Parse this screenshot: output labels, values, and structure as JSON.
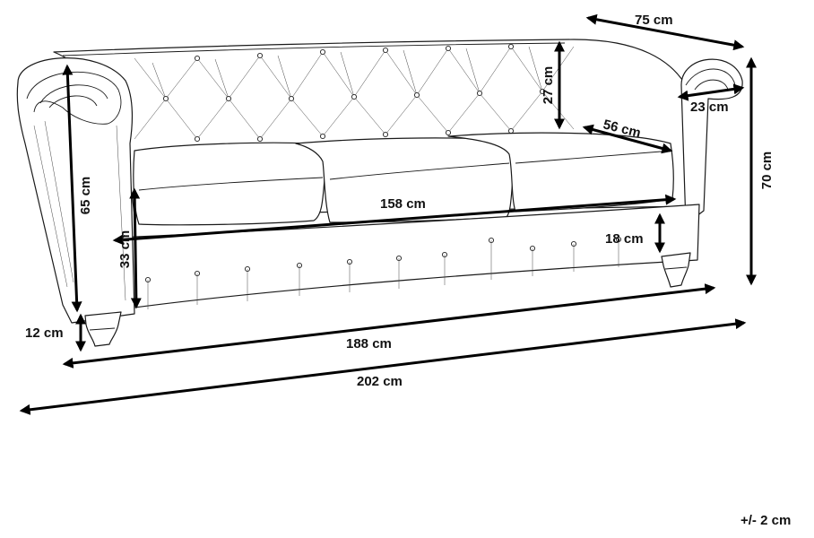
{
  "dimensions": {
    "depth_top": "75 cm",
    "back_height": "27 cm",
    "seat_depth": "56 cm",
    "arm_width": "23 cm",
    "total_height": "70 cm",
    "arm_height": "65 cm",
    "seat_width": "158 cm",
    "seat_height": "33 cm",
    "cushion_height": "18 cm",
    "leg_height": "12 cm",
    "inner_width": "188 cm",
    "total_width": "202 cm"
  },
  "tolerance": "+/- 2 cm",
  "colors": {
    "line": "#1a1a1a",
    "arrow": "#000000",
    "background": "#ffffff"
  }
}
